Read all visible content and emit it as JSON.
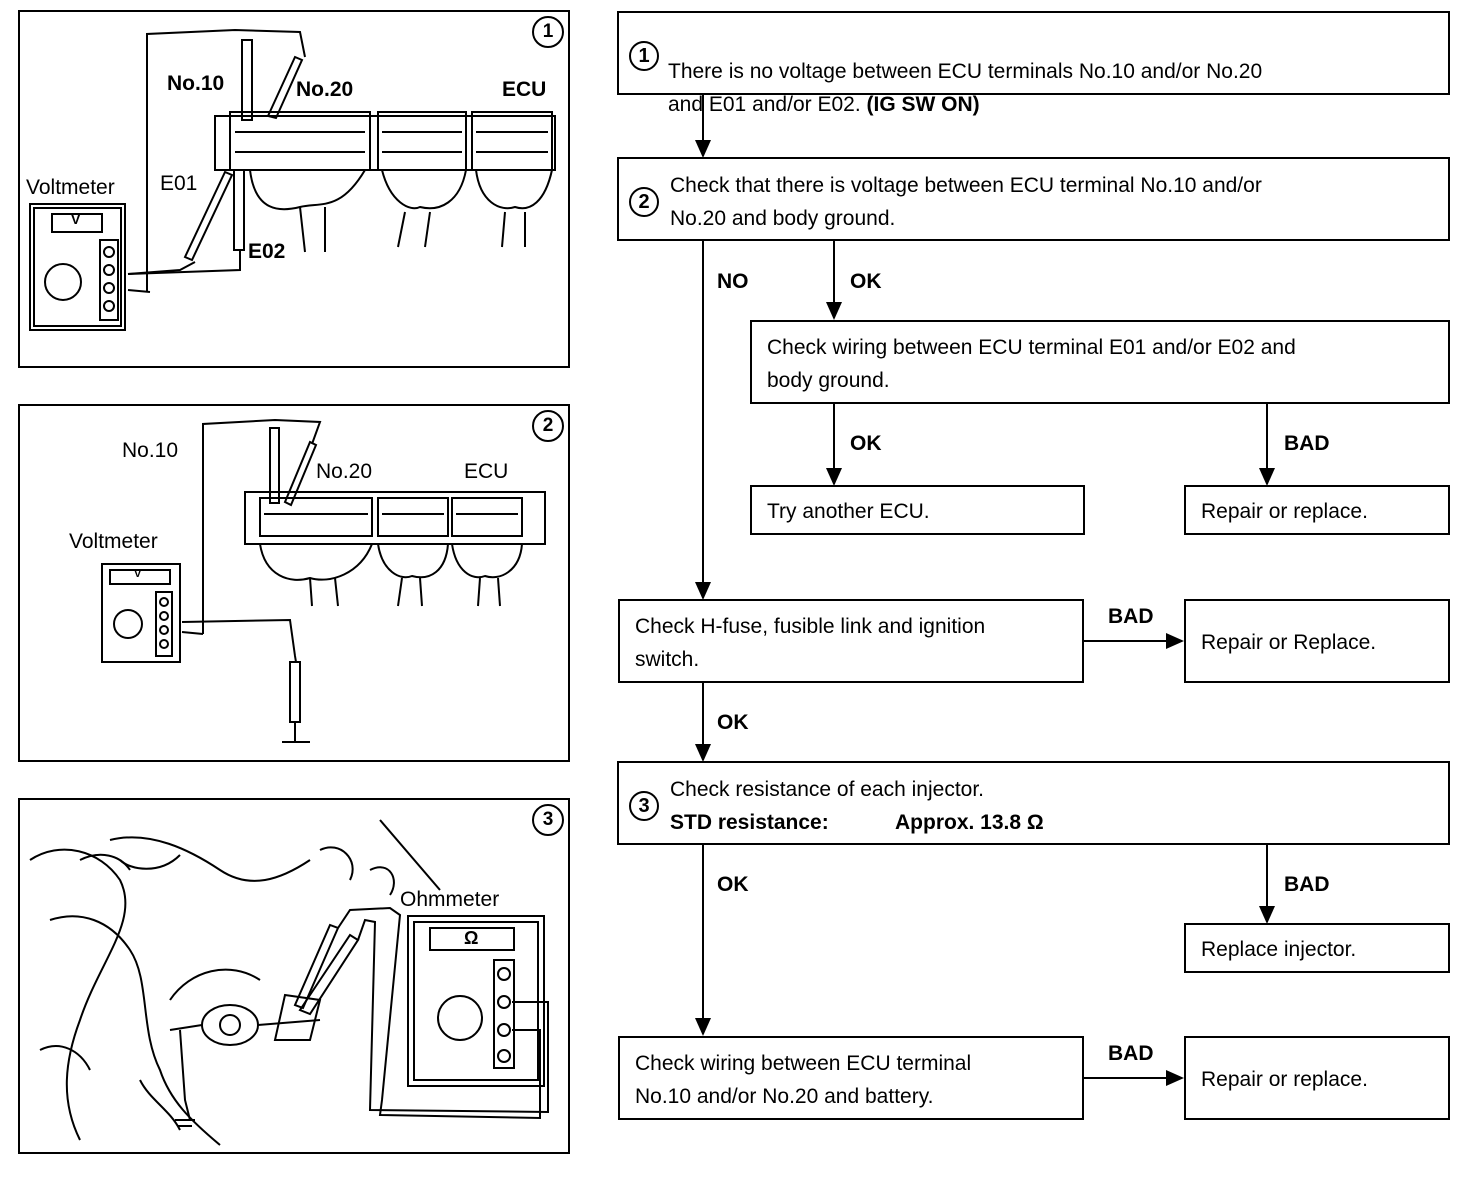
{
  "panels": {
    "p1": {
      "number": "1",
      "no10": "No.10",
      "no20": "No.20",
      "ecu": "ECU",
      "voltmeter": "Voltmeter",
      "e01": "E01",
      "e02": "E02",
      "meter_face": "V"
    },
    "p2": {
      "number": "2",
      "no10": "No.10",
      "no20": "No.20",
      "ecu": "ECU",
      "voltmeter": "Voltmeter",
      "meter_face": "V"
    },
    "p3": {
      "number": "3",
      "ohmmeter": "Ohmmeter",
      "meter_face": "Ω"
    }
  },
  "flow": {
    "step1": {
      "num": "1",
      "text": "There is no voltage between ECU terminals No.10 and/or No.20\nand E01 and/or E02.",
      "bold": "(IG SW ON)"
    },
    "step2": {
      "num": "2",
      "text": "Check that there is voltage between ECU terminal No.10 and/or\nNo.20 and body ground."
    },
    "wiring_e01": {
      "text": "Check wiring between ECU terminal E01 and/or E02 and\nbody ground."
    },
    "try_ecu": {
      "text": "Try another ECU."
    },
    "repair1": {
      "text": "Repair or replace."
    },
    "hfuse": {
      "text": "Check H-fuse, fusible link and ignition\nswitch."
    },
    "repair2": {
      "text": "Repair or Replace."
    },
    "step3": {
      "num": "3",
      "text": "Check resistance of each injector.",
      "bold_label": "STD resistance:",
      "bold_value": "Approx. 13.8 Ω"
    },
    "replace_inj": {
      "text": "Replace injector."
    },
    "wiring_batt": {
      "text": "Check wiring between ECU terminal\nNo.10 and/or No.20 and battery."
    },
    "repair3": {
      "text": "Repair or replace."
    },
    "edges": {
      "no": "NO",
      "ok1": "OK",
      "ok2": "OK",
      "bad1": "BAD",
      "bad2": "BAD",
      "ok3": "OK",
      "ok4": "OK",
      "bad3": "BAD",
      "bad4": "BAD"
    }
  }
}
